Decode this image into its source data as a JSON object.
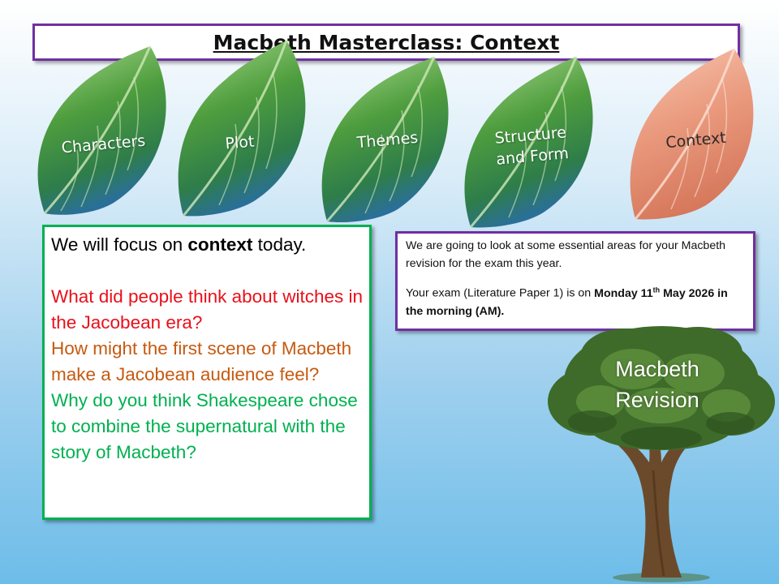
{
  "title": "Macbeth Masterclass: Context",
  "leaves": [
    {
      "label_lines": [
        "Characters"
      ],
      "color": "green"
    },
    {
      "label_lines": [
        "Plot"
      ],
      "color": "green"
    },
    {
      "label_lines": [
        "Themes"
      ],
      "color": "green"
    },
    {
      "label_lines": [
        "Structure",
        "and Form"
      ],
      "color": "green"
    },
    {
      "label_lines": [
        "Context"
      ],
      "color": "orange"
    }
  ],
  "focus": {
    "intro_before": "We will focus on ",
    "intro_bold": "context",
    "intro_after": " today.",
    "q1": "What did people think about witches in the Jacobean era?",
    "q2": "How might the first scene of Macbeth make a Jacobean audience feel?",
    "q3": "Why do you think Shakespeare chose to combine the supernatural with the story of Macbeth?"
  },
  "info": {
    "line1": "We are going to look at some essential areas for your Macbeth revision for the exam this year.",
    "exam_before": "Your exam (Literature Paper 1) is on ",
    "exam_bold_day": "Monday 11",
    "exam_sup": "th",
    "exam_bold_rest": " May 2026 in the morning (AM)."
  },
  "tree": {
    "line1": "Macbeth",
    "line2": "Revision"
  },
  "colors": {
    "title_border": "#7030a0",
    "focus_border": "#00b050",
    "q1": "#e8101a",
    "q2": "#c55a11",
    "q3": "#00b050",
    "leaf_green": "#3a8a3a",
    "leaf_orange": "#e8957a"
  }
}
